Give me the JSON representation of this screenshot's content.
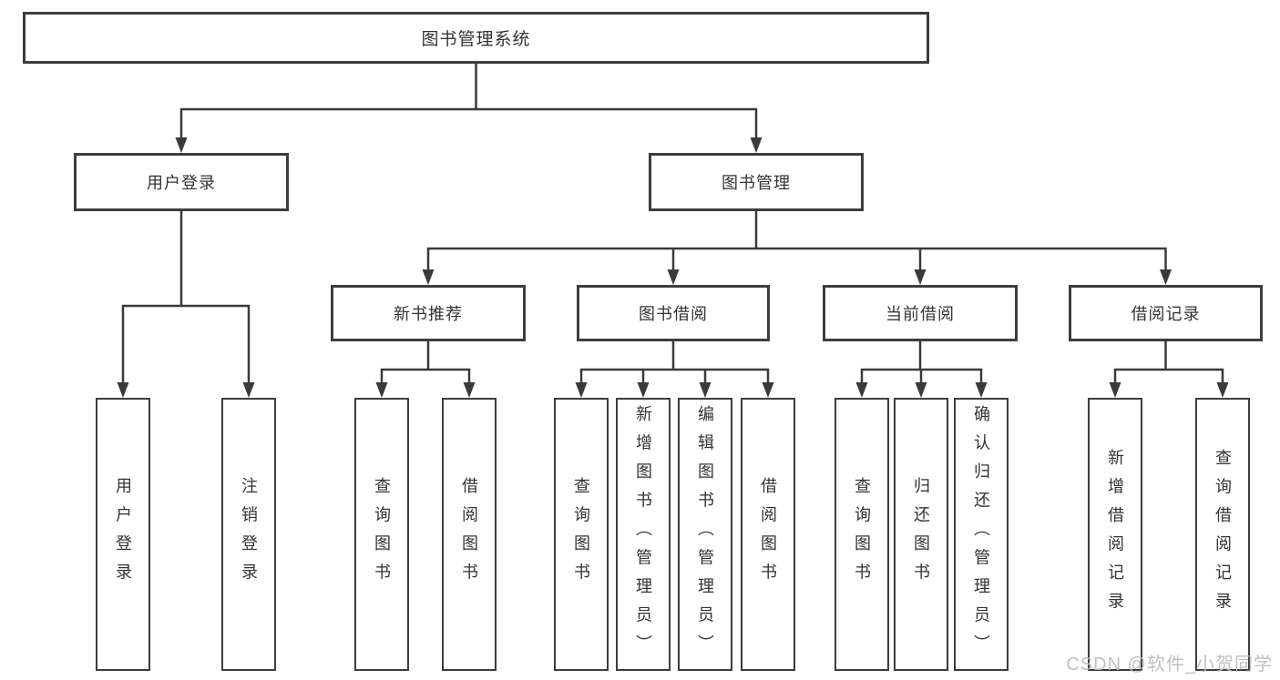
{
  "tree": {
    "root": "图书管理系统",
    "children": [
      {
        "label": "用户登录",
        "children": [
          {
            "label": "用户登录"
          },
          {
            "label": "注销登录"
          }
        ]
      },
      {
        "label": "图书管理",
        "children": [
          {
            "label": "新书推荐",
            "children": [
              {
                "label": "查询图书"
              },
              {
                "label": "借阅图书"
              }
            ]
          },
          {
            "label": "图书借阅",
            "children": [
              {
                "label": "查询图书"
              },
              {
                "label": "新增图书（管理员）"
              },
              {
                "label": "编辑图书（管理员）"
              },
              {
                "label": "借阅图书"
              }
            ]
          },
          {
            "label": "当前借阅",
            "children": [
              {
                "label": "查询图书"
              },
              {
                "label": "归还图书"
              },
              {
                "label": "确认归还（管理员）"
              }
            ]
          },
          {
            "label": "借阅记录",
            "children": [
              {
                "label": "新增借阅记录"
              },
              {
                "label": "查询借阅记录"
              }
            ]
          }
        ]
      }
    ]
  },
  "watermark": "CSDN @软件_小贺同学",
  "colors": {
    "background": "#ffffff",
    "box_border": "#3d3d3d",
    "box_fill": "#ffffff",
    "text": "#333333",
    "connector_line": "#3a3a3a",
    "watermark": "#bbbbbb"
  }
}
